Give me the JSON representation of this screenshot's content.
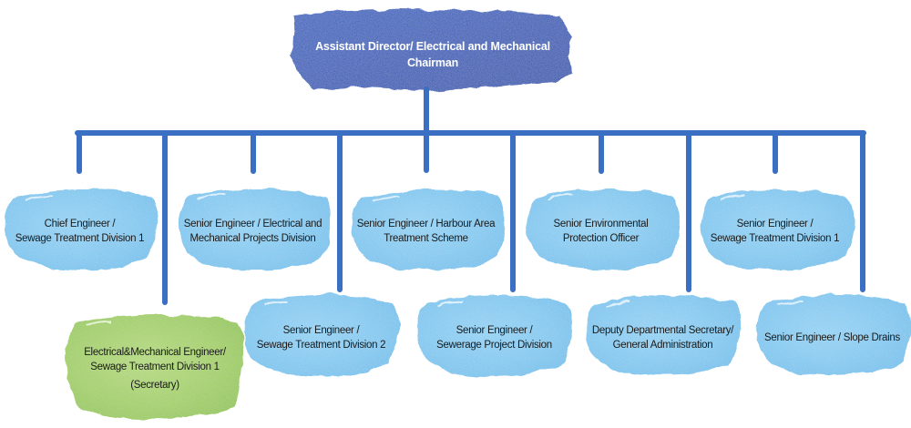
{
  "colors": {
    "top": "#2e5bb8",
    "connector": "#3b6fc4",
    "node": "#7cc6ef",
    "secretary": "#9fcd5e",
    "text_dark": "#1a1a1a",
    "text_light": "#ffffff"
  },
  "top_node": {
    "line1": "Assistant Director/ Electrical and Mechanical",
    "line2": "Chairman"
  },
  "row1": [
    {
      "line1": "Chief Engineer /",
      "line2": "Sewage Treatment Division 1"
    },
    {
      "line1": "Senior Engineer / Electrical and",
      "line2": "Mechanical Projects Division"
    },
    {
      "line1": "Senior Engineer / Harbour Area",
      "line2": "Treatment Scheme"
    },
    {
      "line1": "Senior Environmental",
      "line2": "Protection Officer"
    },
    {
      "line1": "Senior Engineer /",
      "line2": "Sewage Treatment Division 1"
    }
  ],
  "row2": [
    {
      "line1": "Electrical&Mechanical Engineer/",
      "line2": "Sewage Treatment Division 1",
      "line3": "(Secretary)"
    },
    {
      "line1": "Senior Engineer /",
      "line2": "Sewage Treatment Division 2"
    },
    {
      "line1": "Senior Engineer /",
      "line2": "Sewerage Project Division"
    },
    {
      "line1": "Deputy Departmental Secretary/",
      "line2": "General Administration"
    },
    {
      "line1": "Senior Engineer / Slope Drains",
      "line2": ""
    }
  ]
}
